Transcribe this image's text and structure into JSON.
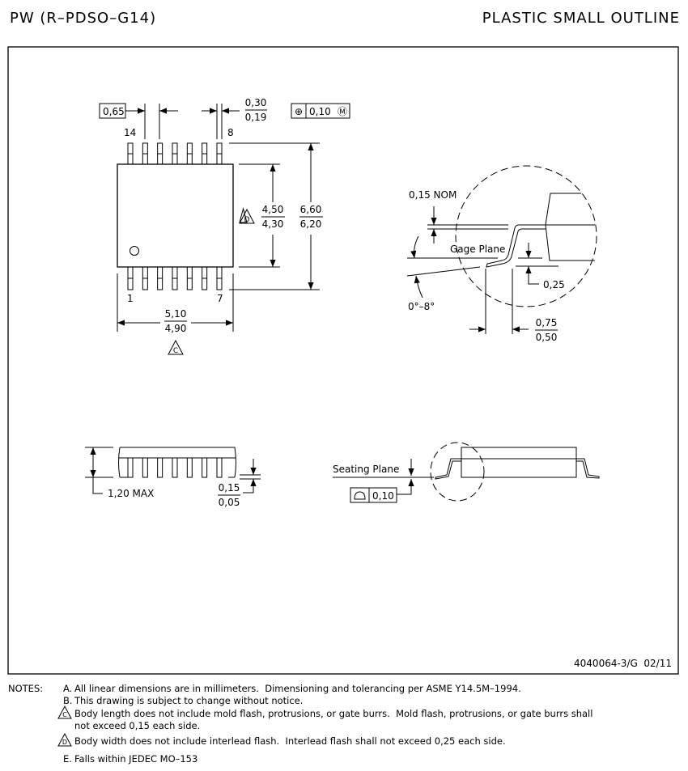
{
  "header": {
    "package_code": "PW (R–PDSO–G14)",
    "package_type": "PLASTIC SMALL OUTLINE"
  },
  "top_view": {
    "pitch": "0,65",
    "lead_width_max": "0,30",
    "lead_width_min": "0,19",
    "position_tolerance": {
      "symbol": "⊕",
      "value": "0,10",
      "modifier": "Ⓜ"
    },
    "pin_labels": {
      "pin14": "14",
      "pin8": "8",
      "pin1": "1",
      "pin7": "7"
    },
    "body_width_max": "4,50",
    "body_width_min": "4,30",
    "body_width_note": "D",
    "overall_width_max": "6,60",
    "overall_width_min": "6,20",
    "body_length_max": "5,10",
    "body_length_min": "4,90",
    "body_length_note": "C"
  },
  "detail_view": {
    "lead_thickness": "0,15 NOM",
    "gage_plane_label": "Gage Plane",
    "gage_height": "0,25",
    "angle": "0°–8°",
    "foot_length_max": "0,75",
    "foot_length_min": "0,50"
  },
  "side_view": {
    "height": "1,20 MAX",
    "standoff_max": "0,15",
    "standoff_min": "0,05",
    "seating_plane_label": "Seating Plane",
    "flatness_symbol": "⌓",
    "flatness_value": "0,10"
  },
  "footer": {
    "drawing_id": "4040064-3/G  02/11"
  },
  "notes": {
    "heading": "NOTES:",
    "items": [
      {
        "letter": "A.",
        "lines": [
          "All linear dimensions are in millimeters.  Dimensioning and tolerancing per ASME Y14.5M–1994."
        ]
      },
      {
        "letter": "B.",
        "lines": [
          "This drawing is subject to change without notice."
        ]
      },
      {
        "letter": "C",
        "lines": [
          "Body length does not include mold flash, protrusions, or gate burrs.  Mold flash, protrusions, or gate burrs shall",
          "not exceed 0,15 each side."
        ]
      },
      {
        "letter": "D",
        "lines": [
          "Body width does not include interlead flash.  Interlead flash shall not exceed 0,25 each side."
        ]
      },
      {
        "letter": "E.",
        "lines": [
          "Falls within JEDEC MO–153"
        ]
      }
    ]
  }
}
